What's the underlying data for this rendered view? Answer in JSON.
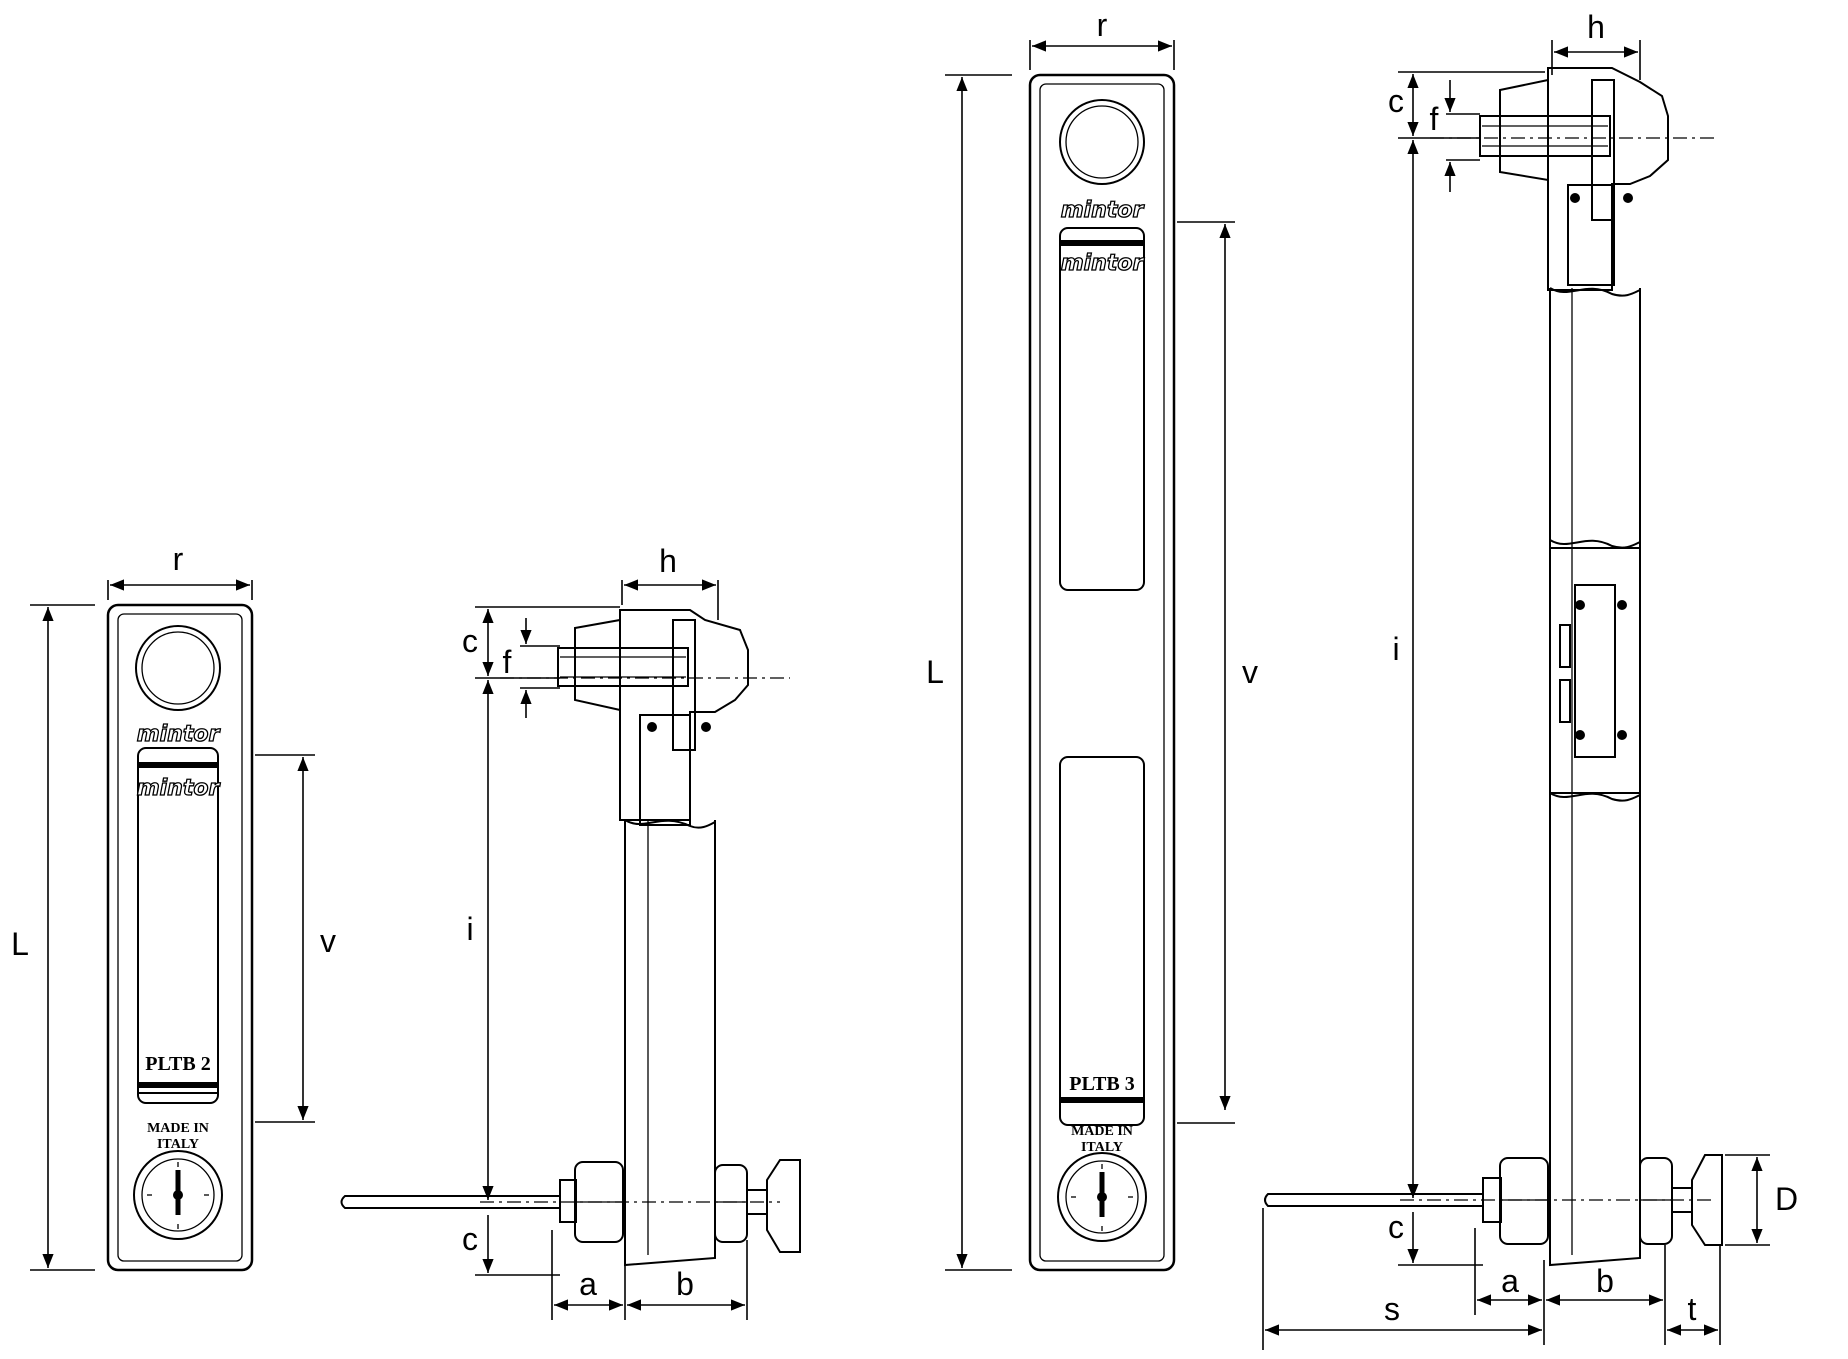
{
  "labels": {
    "dimensions": {
      "r": "r",
      "L": "L",
      "v": "v",
      "h": "h",
      "c": "c",
      "f": "f",
      "i": "i",
      "a": "a",
      "b": "b",
      "s": "s",
      "t": "t",
      "D": "D"
    },
    "brand": "mintor",
    "pltb2": {
      "model": "PLTB 2",
      "made_in_1": "MADE IN",
      "made_in_2": "ITALY"
    },
    "pltb3": {
      "model": "PLTB 3",
      "made_in_1": "MADE IN",
      "made_in_2": "ITALY"
    }
  },
  "colors": {
    "line": "#000000",
    "background": "#ffffff",
    "hatch": "#000000"
  }
}
